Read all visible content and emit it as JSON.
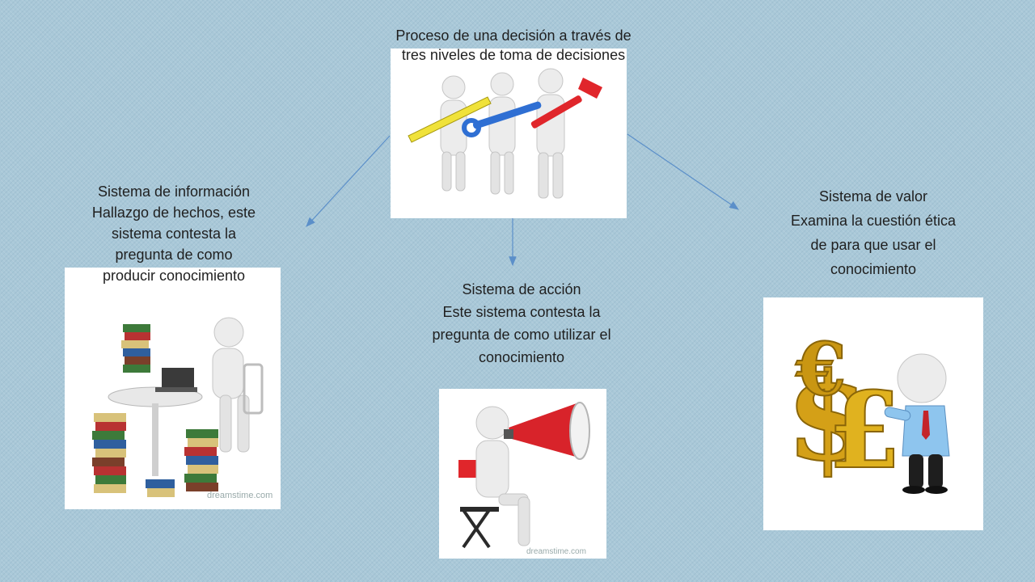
{
  "top": {
    "lines": [
      "Proceso de una decisión a través de",
      "tres niveles de toma de decisiones"
    ]
  },
  "left": {
    "lines": [
      "Sistema de información",
      "Hallazgo de hechos, este",
      "sistema contesta la",
      "pregunta de como",
      "producir conocimiento"
    ]
  },
  "center": {
    "lines": [
      "Sistema de acción",
      "Este sistema contesta la",
      "pregunta de como utilizar el",
      "conocimiento"
    ]
  },
  "right": {
    "lines": [
      "Sistema de valor",
      "Examina la cuestión ética",
      "de para que usar el",
      "conocimiento"
    ]
  },
  "watermarks": {
    "left": "dreamstime.com",
    "center": "dreamstime.com"
  },
  "colors": {
    "background": "#a9c8d8",
    "arrow": "#5b8fc9",
    "text": "#1f1f1f"
  }
}
